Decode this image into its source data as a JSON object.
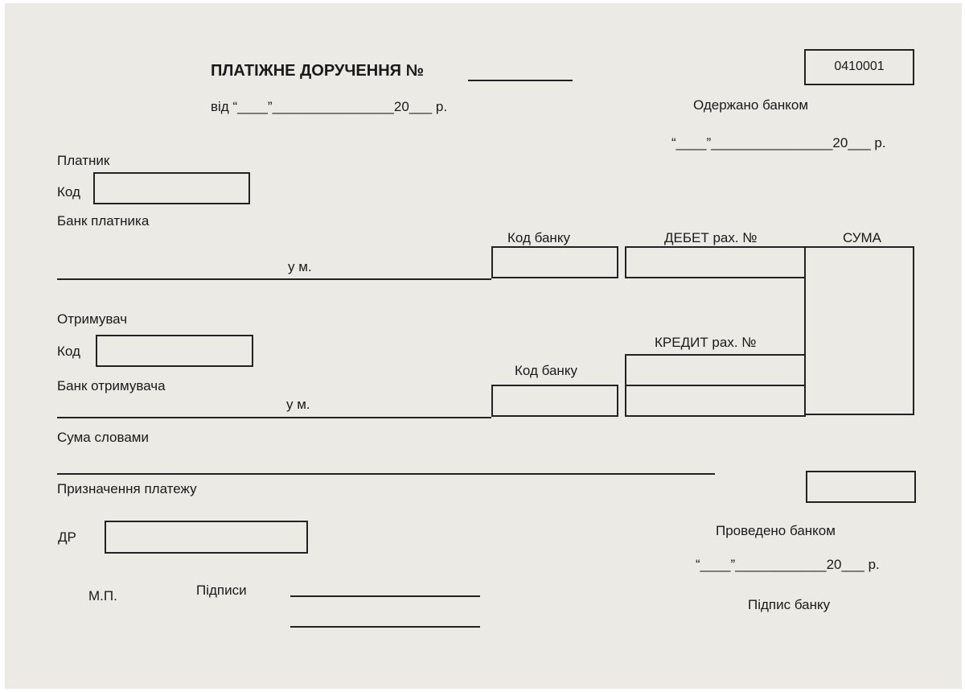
{
  "form": {
    "title": "ПЛАТІЖНЕ ДОРУЧЕННЯ №",
    "form_code": "0410001",
    "date_from": "від “____”________________20___ р.",
    "received_by_bank": "Одержано банком",
    "received_date": "“____”________________20___ р."
  },
  "payer": {
    "heading": "Платник",
    "code_label": "Код",
    "bank_label": "Банк платника",
    "city_label": "у м."
  },
  "columns": {
    "bank_code": "Код банку",
    "debit": "ДЕБЕТ рах. №",
    "sum": "СУМА"
  },
  "recipient": {
    "heading": "Отримувач",
    "code_label": "Код",
    "bank_label": "Банк отримувача",
    "city_label": "у м.",
    "credit": "КРЕДИТ рах. №",
    "bank_code": "Код банку"
  },
  "amount_in_words": "Сума словами",
  "payment_purpose": "Призначення платежу",
  "dr_label": "ДР",
  "processed_by_bank": "Проведено банком",
  "processed_date": "“____”____________20___ р.",
  "stamp_label": "М.П.",
  "signatures_label": "Підписи",
  "bank_signature": "Підпис банку"
}
